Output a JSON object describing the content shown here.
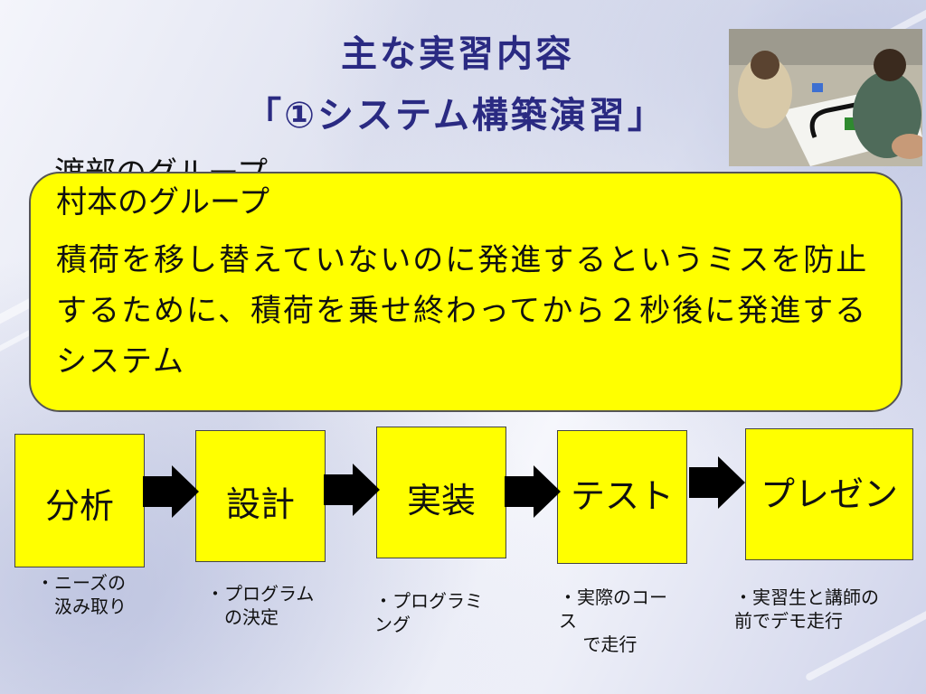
{
  "title": {
    "line1": "主な実習内容",
    "line2": "「①システム構築演習」"
  },
  "photo": {
    "description_icon": "photo-icon"
  },
  "behind_text": "渡部のグループ",
  "callout": {
    "heading": "村本のグループ",
    "body": "積荷を移し替えていないのに発進するというミスを防止するために、積荷を乗せ終わってから２秒後に発進するシステム"
  },
  "steps": [
    {
      "label": "分析",
      "note": "・ニーズの\n　汲み取り"
    },
    {
      "label": "設計",
      "note": "・プログラム\n　の決定"
    },
    {
      "label": "実装",
      "note": "・プログラミ\nング"
    },
    {
      "label": "テスト",
      "note": "・実際のコー\nス\n　 で走行"
    },
    {
      "label": "プレゼン",
      "note": "・実習生と講師の\n前でデモ走行"
    }
  ],
  "colors": {
    "accent": "#ffff00",
    "title": "#2a2a82",
    "arrow": "#000000"
  }
}
